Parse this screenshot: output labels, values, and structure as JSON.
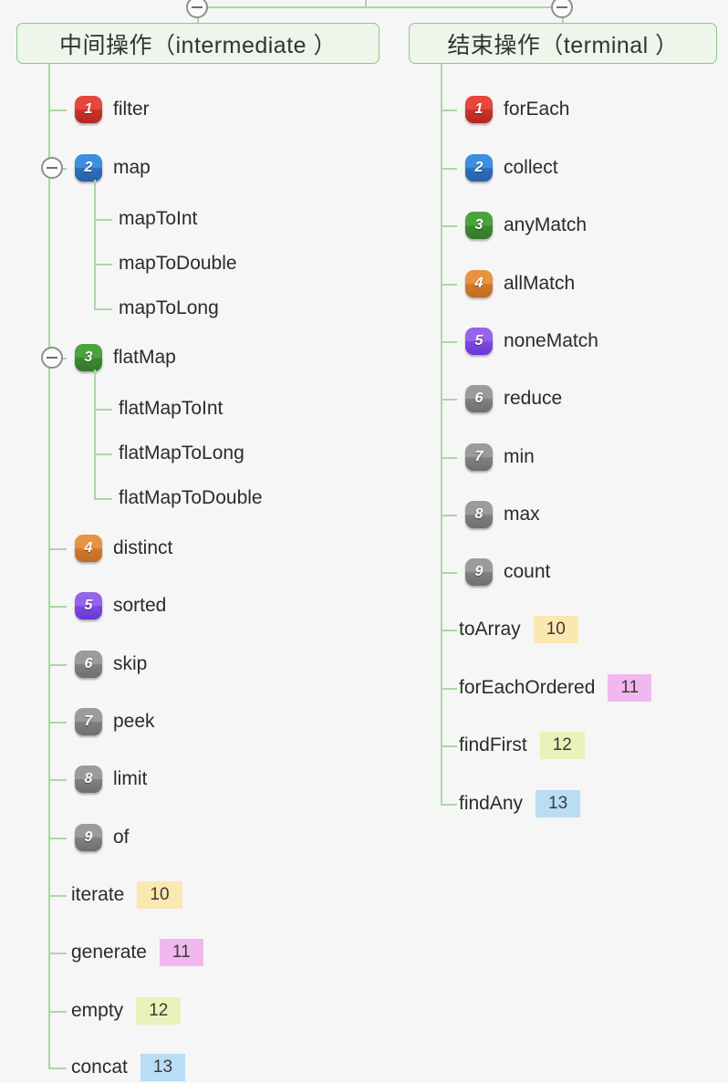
{
  "canvas": {
    "background": "#f6f6f7",
    "branch_line_color": "#a9d8a2",
    "root_box_fill": "#eef5ea",
    "root_box_border": "#8dc98a"
  },
  "columns": [
    {
      "id": "intermediate",
      "title": "中间操作（intermediate ）",
      "collapse_icon": "minus-circle-icon",
      "nodes": [
        {
          "num": "1",
          "color": "red",
          "label": "filter",
          "children": []
        },
        {
          "num": "2",
          "color": "blue",
          "label": "map",
          "collapse_icon": "minus-circle-icon",
          "children": [
            "mapToInt",
            "mapToDouble",
            "mapToLong"
          ]
        },
        {
          "num": "3",
          "color": "green",
          "label": "flatMap",
          "collapse_icon": "minus-circle-icon",
          "children": [
            "flatMapToInt",
            "flatMapToLong",
            "flatMapToDouble"
          ]
        },
        {
          "num": "4",
          "color": "orange",
          "label": "distinct",
          "children": []
        },
        {
          "num": "5",
          "color": "purple",
          "label": "sorted",
          "children": []
        },
        {
          "num": "6",
          "color": "gray",
          "label": "skip",
          "children": []
        },
        {
          "num": "7",
          "color": "gray",
          "label": "peek",
          "children": []
        },
        {
          "num": "8",
          "color": "gray",
          "label": "limit",
          "children": []
        },
        {
          "num": "9",
          "color": "gray",
          "label": "of",
          "children": []
        },
        {
          "highlight": "10",
          "highlight_color": "c-yellow",
          "label": "iterate",
          "children": []
        },
        {
          "highlight": "11",
          "highlight_color": "c-pink",
          "label": "generate",
          "children": []
        },
        {
          "highlight": "12",
          "highlight_color": "c-lime",
          "label": "empty",
          "children": []
        },
        {
          "highlight": "13",
          "highlight_color": "c-blue",
          "label": "concat",
          "children": []
        }
      ]
    },
    {
      "id": "terminal",
      "title": "结束操作（terminal ）",
      "collapse_icon": "minus-circle-icon",
      "nodes": [
        {
          "num": "1",
          "color": "red",
          "label": "forEach"
        },
        {
          "num": "2",
          "color": "blue",
          "label": "collect"
        },
        {
          "num": "3",
          "color": "green",
          "label": "anyMatch"
        },
        {
          "num": "4",
          "color": "orange",
          "label": "allMatch"
        },
        {
          "num": "5",
          "color": "purple",
          "label": "noneMatch"
        },
        {
          "num": "6",
          "color": "gray",
          "label": "reduce"
        },
        {
          "num": "7",
          "color": "gray",
          "label": "min"
        },
        {
          "num": "8",
          "color": "gray",
          "label": "max"
        },
        {
          "num": "9",
          "color": "gray",
          "label": "count"
        },
        {
          "highlight": "10",
          "highlight_color": "c-yellow",
          "label": "toArray"
        },
        {
          "highlight": "11",
          "highlight_color": "c-pink",
          "label": "forEachOrdered"
        },
        {
          "highlight": "12",
          "highlight_color": "c-lime",
          "label": "findFirst"
        },
        {
          "highlight": "13",
          "highlight_color": "c-blue",
          "label": "findAny"
        }
      ]
    }
  ]
}
